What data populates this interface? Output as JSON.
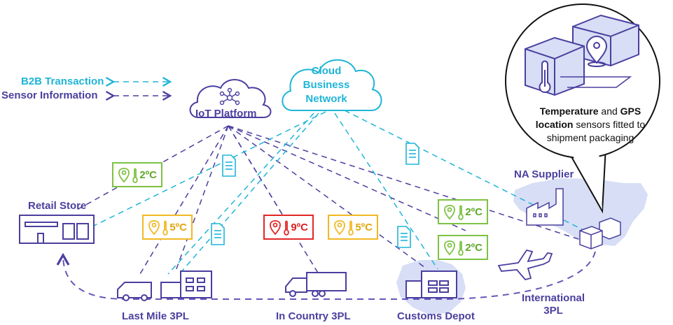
{
  "legend": {
    "b2b": "B2B Transaction",
    "sensor": "Sensor Information"
  },
  "nodes": {
    "iot": "IoT Platform",
    "cloud_line1": "Cloud",
    "cloud_line2": "Business",
    "cloud_line3": "Network",
    "retail": "Retail Store",
    "last_mile": "Last Mile 3PL",
    "in_country": "In Country 3PL",
    "customs": "Customs Depot",
    "na_supplier": "NA Supplier",
    "international_line1": "International",
    "international_line2": "3PL"
  },
  "callout": {
    "temp": "Temperature",
    "and": " and ",
    "gps": "GPS",
    "line2_bold": "location",
    "line2_rest": " sensors fitted to",
    "line3": "shipment packaging"
  },
  "readings": {
    "retail": "2ºC",
    "last_mile": "5ºC",
    "in_country_red": "9ºC",
    "in_country_yellow": "5ºC",
    "supplier_top": "2ºC",
    "supplier_bottom": "2ºC"
  },
  "colors": {
    "purple": "#4a3f9f",
    "cyan": "#1fb5d8",
    "green": "#7dc242",
    "yellow": "#f2b824",
    "red": "#e32626",
    "map": "#d7def5"
  }
}
